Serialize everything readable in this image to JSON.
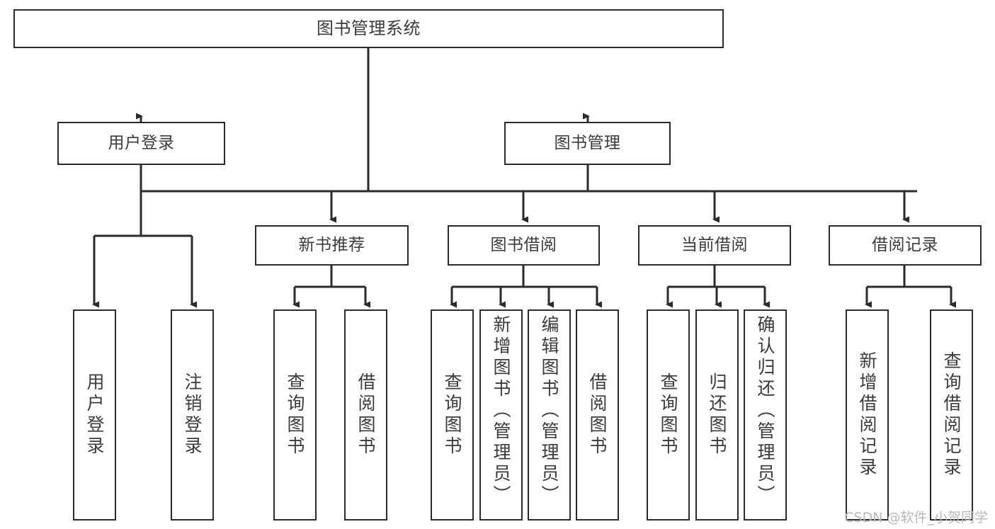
{
  "diagram": {
    "title": "图书管理系统",
    "type": "tree",
    "colors": {
      "background": "#ffffff",
      "box_border": "#2b2b2b",
      "box_fill": "#ffffff",
      "text": "#3b3b3b",
      "edge": "#2b2b2b",
      "watermark": "#b9b9b9"
    },
    "levels": {
      "root": {
        "label": "图书管理系统"
      },
      "level2": [
        {
          "id": "user-login",
          "label": "用户登录"
        },
        {
          "id": "book-manage",
          "label": "图书管理"
        }
      ],
      "level3": [
        {
          "id": "new-book-recommend",
          "label": "新书推荐"
        },
        {
          "id": "book-borrow",
          "label": "图书借阅"
        },
        {
          "id": "current-borrow",
          "label": "当前借阅"
        },
        {
          "id": "borrow-record",
          "label": "借阅记录"
        }
      ],
      "leaves": {
        "user-login": [
          {
            "id": "leaf-user-login",
            "label": "用户登录"
          },
          {
            "id": "leaf-user-logout",
            "label": "注销登录"
          }
        ],
        "new-book-recommend": [
          {
            "id": "leaf-query-book-1",
            "label": "查询图书"
          },
          {
            "id": "leaf-borrow-book-1",
            "label": "借阅图书"
          }
        ],
        "book-borrow": [
          {
            "id": "leaf-query-book-2",
            "label": "查询图书"
          },
          {
            "id": "leaf-add-book",
            "label": "新增图书（管理员）"
          },
          {
            "id": "leaf-edit-book",
            "label": "编辑图书（管理员）"
          },
          {
            "id": "leaf-borrow-book-2",
            "label": "借阅图书"
          }
        ],
        "current-borrow": [
          {
            "id": "leaf-query-book-3",
            "label": "查询图书"
          },
          {
            "id": "leaf-return-book",
            "label": "归还图书"
          },
          {
            "id": "leaf-confirm-return",
            "label": "确认归还（管理员）"
          }
        ],
        "borrow-record": [
          {
            "id": "leaf-add-record",
            "label": "新增借阅记录"
          },
          {
            "id": "leaf-query-record",
            "label": "查询借阅记录"
          }
        ]
      }
    },
    "watermark": "CSDN @软件_小贺同学"
  }
}
